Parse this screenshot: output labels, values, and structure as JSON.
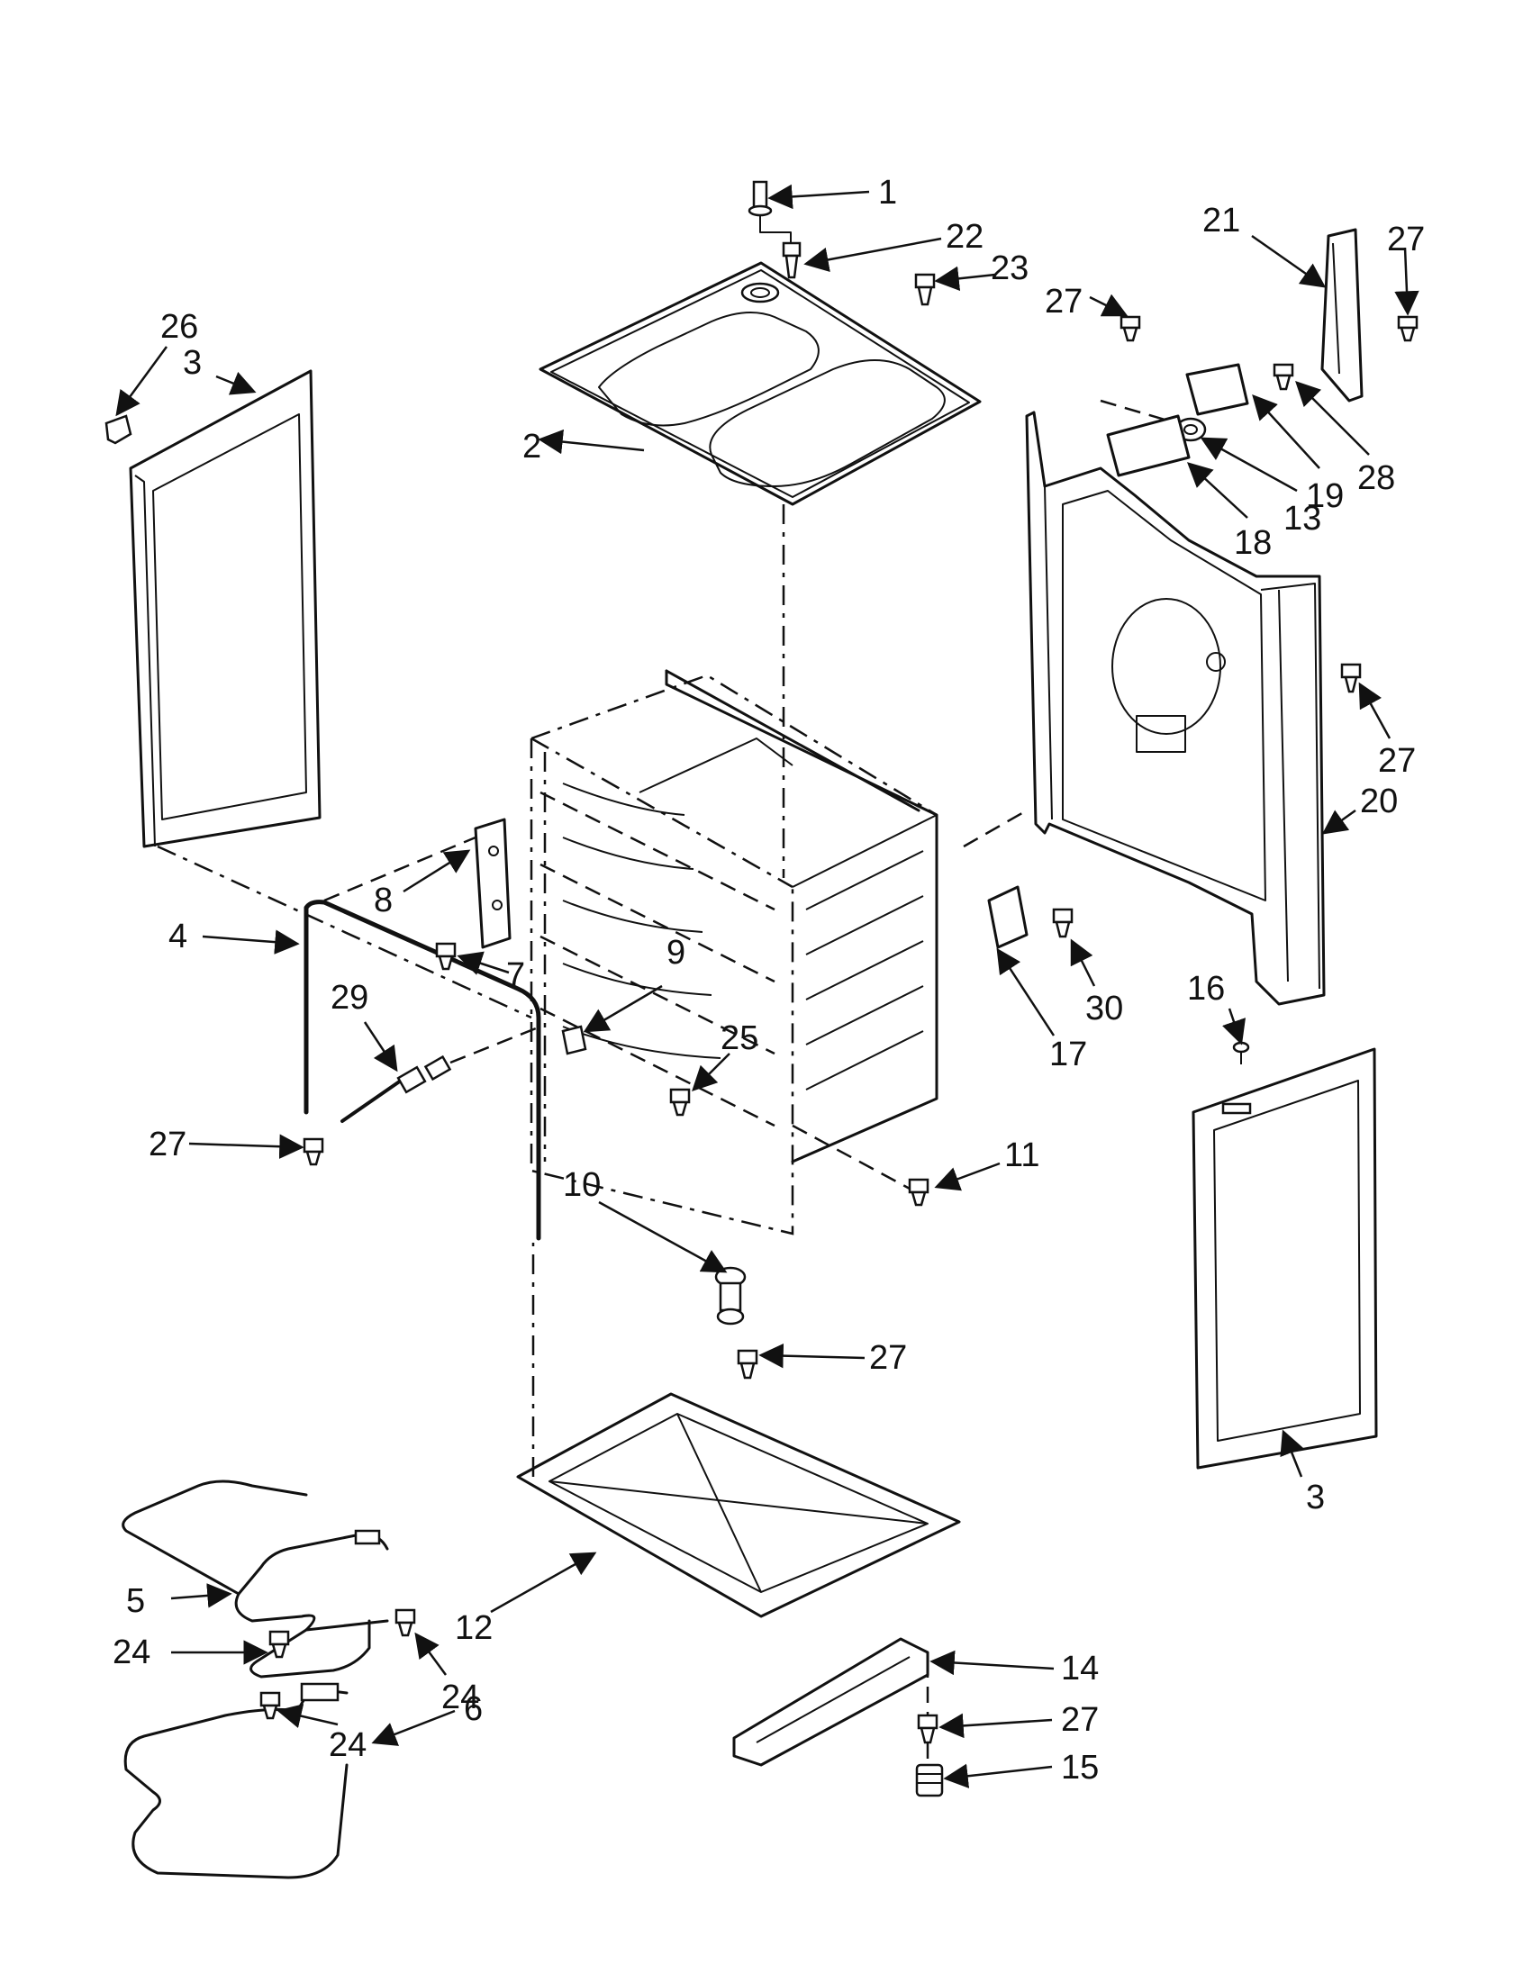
{
  "callouts": {
    "c1": "1",
    "c2": "2",
    "c3a": "3",
    "c3b": "3",
    "c4": "4",
    "c5": "5",
    "c6": "6",
    "c7": "7",
    "c8": "8",
    "c9": "9",
    "c10": "10",
    "c11": "11",
    "c12": "12",
    "c13": "13",
    "c14": "14",
    "c15": "15",
    "c16": "16",
    "c17": "17",
    "c18": "18",
    "c19": "19",
    "c20": "20",
    "c21": "21",
    "c22": "22",
    "c23": "23",
    "c24a": "24",
    "c24b": "24",
    "c24c": "24",
    "c25": "25",
    "c26": "26",
    "c27a": "27",
    "c27b": "27",
    "c27c": "27",
    "c27d": "27",
    "c27e": "27",
    "c27f": "27",
    "c28": "28",
    "c29": "29",
    "c30": "30"
  }
}
